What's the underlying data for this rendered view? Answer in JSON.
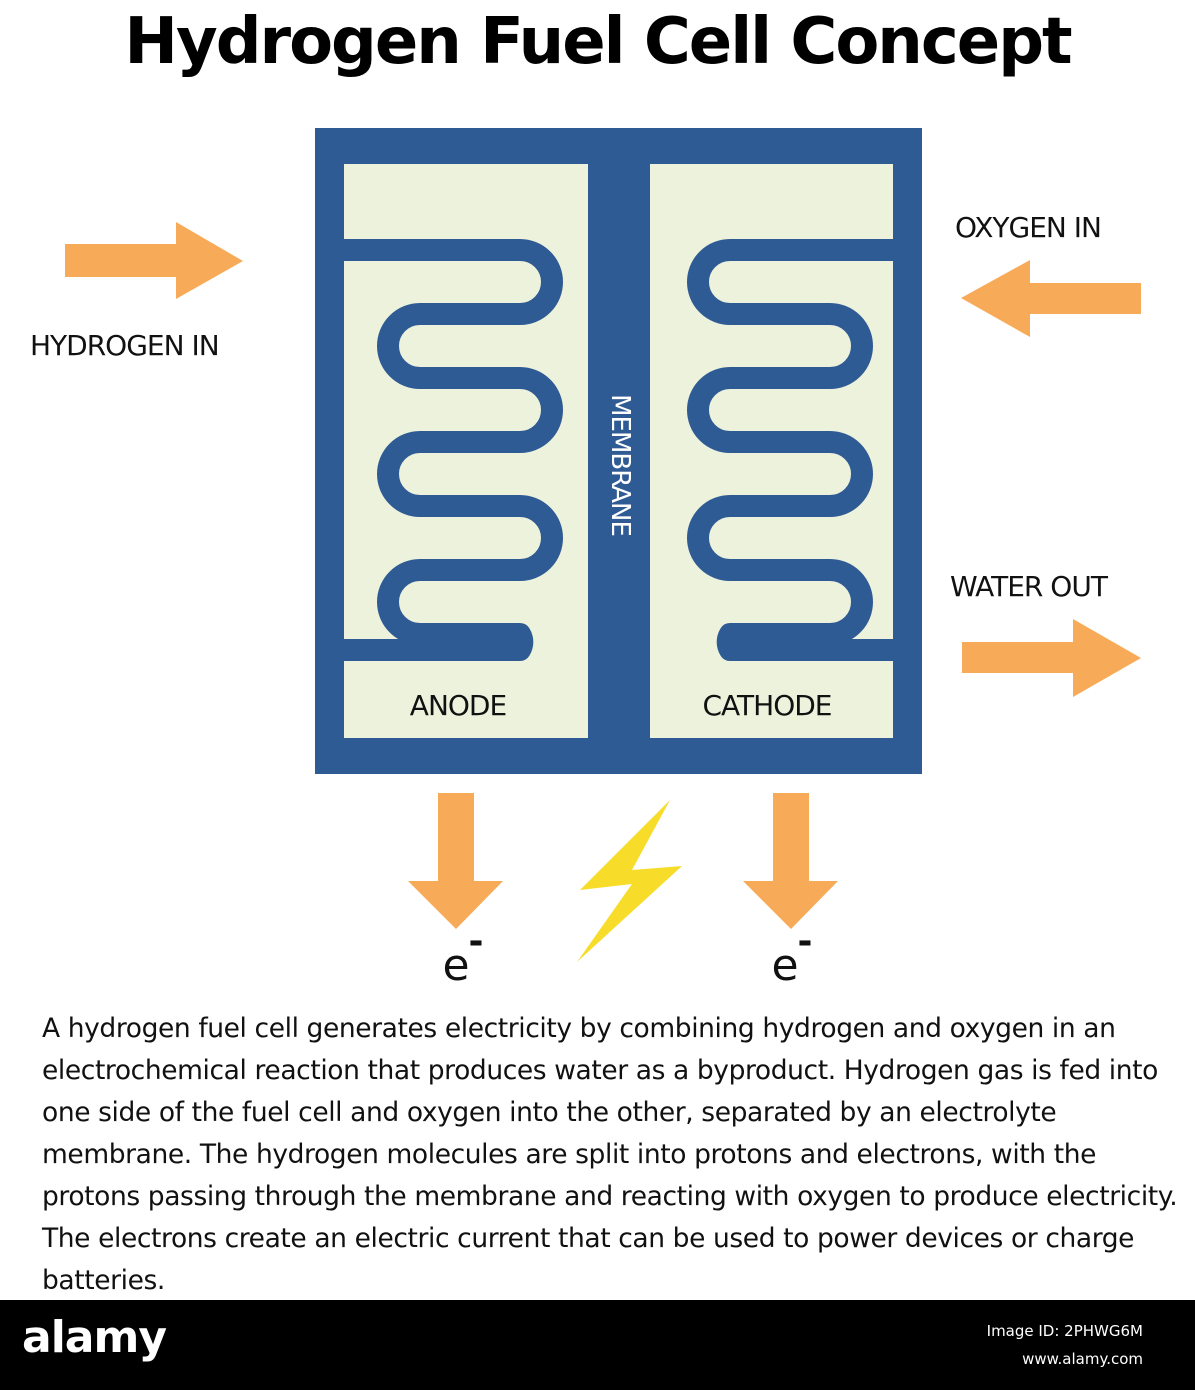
{
  "title": "Hydrogen Fuel Cell Concept",
  "labels": {
    "hydrogen_in": "HYDROGEN IN",
    "oxygen_in": "OXYGEN IN",
    "water_out": "WATER OUT",
    "anode": "ANODE",
    "cathode": "CATHODE",
    "membrane": "MEMBRANE",
    "electron_symbol": "e",
    "electron_charge": "-"
  },
  "colors": {
    "cell_frame": "#2f5b95",
    "chamber_fill": "#edf2dc",
    "arrow": "#f7aa57",
    "lightning": "#f7dc2a",
    "text": "#111111"
  },
  "icons": {
    "power": "lightning-bolt-icon",
    "flow": "arrow-icon"
  },
  "description": "A hydrogen fuel cell generates electricity by combining hydrogen and oxygen in an electrochemical reaction that produces water as a byproduct. Hydrogen gas is fed into one side of the fuel cell and oxygen into the other, separated by an electrolyte membrane. The hydrogen molecules are split into protons and electrons, with the protons passing through the membrane and reacting with oxygen to produce electricity. The electrons create an electric current that can be used to power devices or charge batteries.",
  "footer": {
    "brand": "alamy",
    "image_id": "Image ID: 2PHWG6M",
    "site": "www.alamy.com"
  }
}
